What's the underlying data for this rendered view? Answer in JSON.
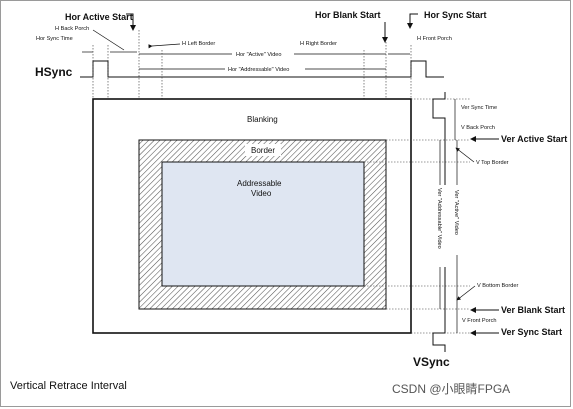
{
  "horizontal": {
    "active_start": "Hor Active Start",
    "blank_start": "Hor Blank Start",
    "sync_start": "Hor Sync Start",
    "back_porch": "H Back Porch",
    "sync_time": "Hor Sync Time",
    "left_border": "H Left Border",
    "active_video": "Hor \"Active\" Video",
    "right_border": "H Right Border",
    "front_porch": "H Front Porch",
    "addressable_video": "Hor \"Addressable\" Video",
    "signal": "HSync"
  },
  "vertical": {
    "sync_time": "Ver Sync Time",
    "back_porch": "V Back Porch",
    "active_start": "Ver Active Start",
    "top_border": "V Top Border",
    "active_video": "Ver \"Active\" Video",
    "addressable_video": "Ver \"Addressable\" Video",
    "bottom_border": "V Bottom Border",
    "blank_start": "Ver Blank Start",
    "front_porch": "V Front Porch",
    "sync_start": "Ver Sync Start",
    "signal": "VSync"
  },
  "regions": {
    "blanking": "Blanking",
    "border": "Border",
    "addressable_line1": "Addressable",
    "addressable_line2": "Video"
  },
  "caption": "Vertical Retrace Interval",
  "watermark": "CSDN @小眼睛FPGA",
  "colors": {
    "addressable_fill": "#dfe6f2",
    "border_hatch": "#555555",
    "line": "#111111"
  }
}
